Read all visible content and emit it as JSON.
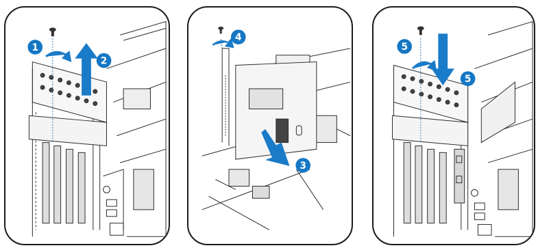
{
  "panels": [
    {
      "steps": [
        "1",
        "2"
      ]
    },
    {
      "steps": [
        "4",
        "3"
      ]
    },
    {
      "steps": [
        "5",
        "5"
      ]
    }
  ],
  "colors": {
    "badge": "#1577c4",
    "arrow": "#1a7bc8",
    "line": "#2a2a2a",
    "outline": "#1a1a1a"
  },
  "icons": [
    "screw-icon",
    "rotate-arrow-icon",
    "lift-arrow-icon",
    "insert-arrow-icon",
    "push-down-arrow-icon"
  ]
}
